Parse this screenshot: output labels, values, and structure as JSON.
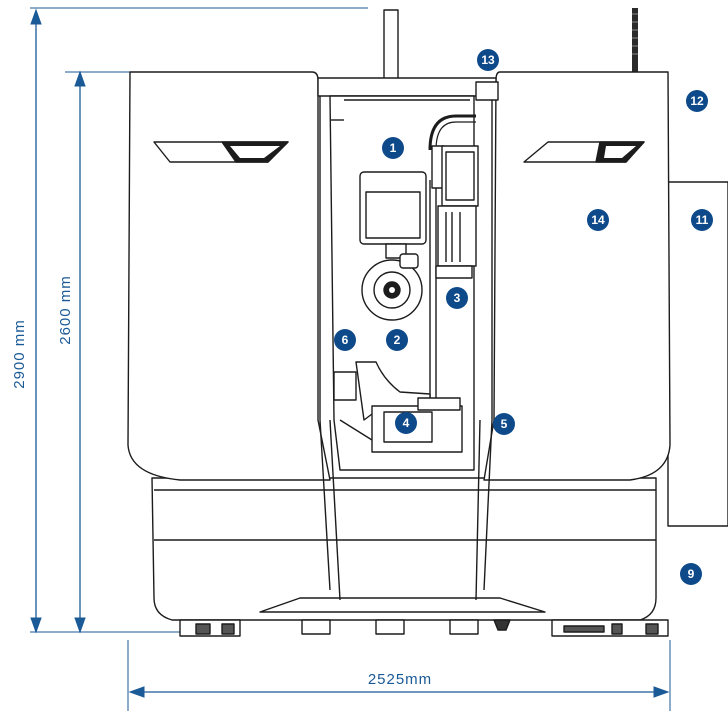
{
  "dimensions": {
    "overall_height": "2900 mm",
    "body_height": "2600 mm",
    "width": "2525mm"
  },
  "callouts": {
    "c1": "1",
    "c2": "2",
    "c3": "3",
    "c4": "4",
    "c5": "5",
    "c6": "6",
    "c9": "9",
    "c11": "11",
    "c12": "12",
    "c13": "13",
    "c14": "14"
  },
  "colors": {
    "callout_fill": "#0e4a8a",
    "dimension_line": "#1a5a96",
    "outline": "#1c1c1c"
  }
}
